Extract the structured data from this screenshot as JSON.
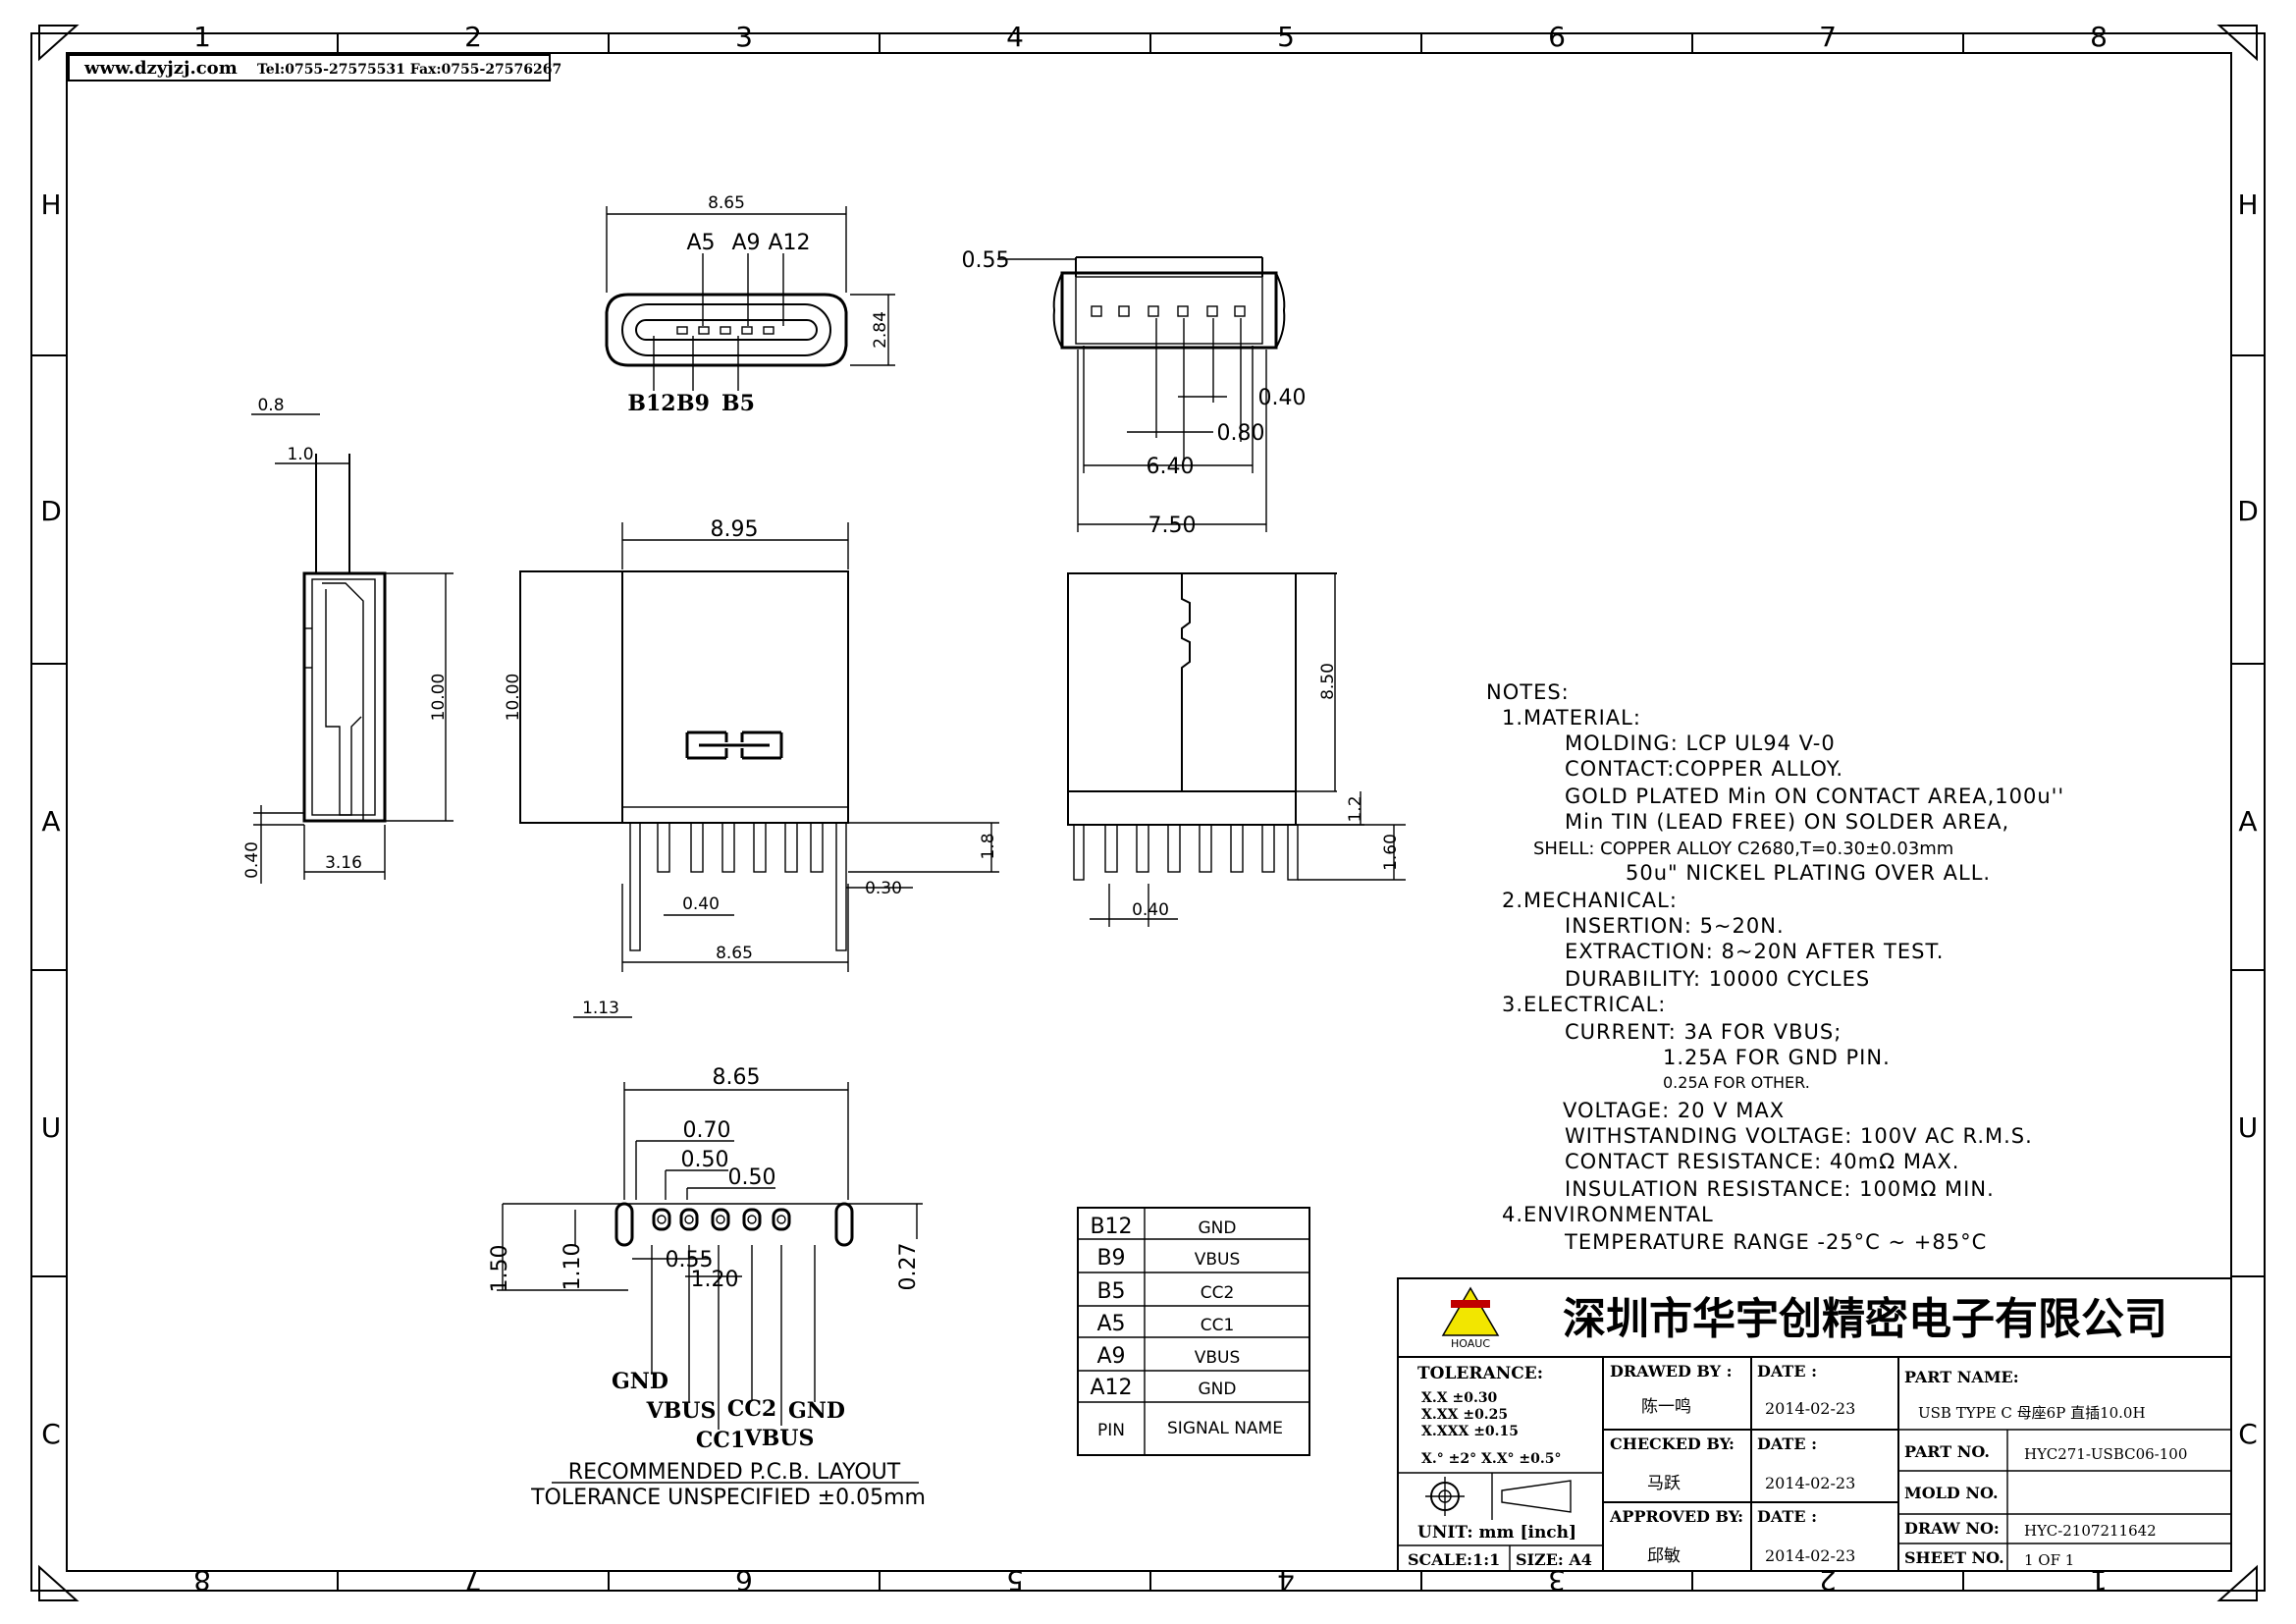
{
  "header": {
    "site": "www.dzyjzj.com",
    "contact": "Tel:0755-27575531  Fax:0755-27576267"
  },
  "border": {
    "cols_top": [
      "1",
      "2",
      "3",
      "4",
      "5",
      "6",
      "7",
      "8"
    ],
    "cols_bottom": [
      "8",
      "7",
      "6",
      "5",
      "4",
      "3",
      "2",
      "1"
    ],
    "rows_left": [
      "H",
      "D",
      "A",
      "U",
      "C"
    ],
    "rows_right": [
      "H",
      "D",
      "A",
      "U",
      "C"
    ]
  },
  "front_view": {
    "width": "8.65",
    "height": "2.84",
    "pins_top": [
      "A5",
      "A9",
      "A12"
    ],
    "pins_bottom": [
      "B12",
      "B9",
      "B5"
    ]
  },
  "top_view": {
    "dims": [
      "0.55",
      "0.40",
      "0.80",
      "6.40",
      "7.50"
    ]
  },
  "side_view": {
    "dims": [
      "0.8",
      "1.0",
      "10.00",
      "0.40",
      "3.16"
    ]
  },
  "main_view": {
    "dims": [
      "8.95",
      "10.00",
      "1.8",
      "0.40",
      "0.30",
      "8.65",
      "1.13"
    ]
  },
  "rear_view": {
    "dims": [
      "8.50",
      "1.2",
      "1.60",
      "0.40"
    ]
  },
  "pcb_layout": {
    "dims": [
      "8.65",
      "0.70",
      "0.50",
      "0.50",
      "1.50",
      "1.10",
      "0.55",
      "1.20",
      "0.27"
    ],
    "signals": [
      "GND",
      "VBUS",
      "CC1",
      "CC2",
      "VBUS",
      "GND"
    ],
    "caption_1": "RECOMMENDED   P.C.B.  LAYOUT",
    "caption_2": "TOLERANCE  UNSPECIFIED  ±0.05mm"
  },
  "pin_table": {
    "rows": [
      {
        "pin": "B12",
        "signal": "GND"
      },
      {
        "pin": "B9",
        "signal": "VBUS"
      },
      {
        "pin": "B5",
        "signal": "CC2"
      },
      {
        "pin": "A5",
        "signal": "CC1"
      },
      {
        "pin": "A9",
        "signal": "VBUS"
      },
      {
        "pin": "A12",
        "signal": "GND"
      }
    ],
    "header_pin": "PIN",
    "header_signal": "SIGNAL  NAME"
  },
  "notes": {
    "lines": [
      "NOTES:",
      "1.MATERIAL:",
      "MOLDING: LCP UL94 V-0",
      "CONTACT:COPPER ALLOY.",
      "GOLD PLATED Min ON CONTACT AREA,100u''",
      "Min TIN (LEAD FREE) ON SOLDER AREA,",
      "SHELL: COPPER ALLOY C2680,T=0.30±0.03mm",
      "50u\" NICKEL PLATING OVER ALL.",
      "2.MECHANICAL:",
      "INSERTION: 5~20N.",
      "EXTRACTION: 8~20N AFTER TEST.",
      "DURABILITY: 10000 CYCLES",
      "3.ELECTRICAL:",
      "CURRENT: 3A FOR VBUS;",
      "1.25A FOR GND PIN.",
      "0.25A FOR OTHER.",
      "VOLTAGE: 20 V MAX",
      "WITHSTANDING VOLTAGE: 100V AC R.M.S.",
      "CONTACT RESISTANCE: 40mΩ MAX.",
      "INSULATION RESISTANCE: 100MΩ MIN.",
      "4.ENVIRONMENTAL",
      "TEMPERATURE RANGE  -25°C  ~  +85°C"
    ]
  },
  "title_block": {
    "company": "深圳市华宇创精密电子有限公司",
    "logo_text": "HOAUC",
    "tolerance_label": "TOLERANCE:",
    "tol_1": "X.X      ±0.30",
    "tol_2": "X.XX    ±0.25",
    "tol_3": "X.XXX  ±0.15",
    "tol_angle": "X.° ±2°     X.X° ±0.5°",
    "unit": "UNIT:  mm  [inch]",
    "scale": "SCALE:1:1",
    "size": "SIZE: A4",
    "drawn_by_label": "DRAWED BY :",
    "drawn_by": "陈一鸣",
    "checked_by_label": "CHECKED BY:",
    "checked_by": "马跃",
    "approved_by_label": "APPROVED BY:",
    "approved_by": "邱敏",
    "date_label": "DATE :",
    "date_1": "2014-02-23",
    "date_2": "2014-02-23",
    "date_3": "2014-02-23",
    "part_name_label": "PART NAME:",
    "part_name": "USB TYPE C 母座6P 直插10.0H",
    "part_no_label": "PART NO.",
    "part_no": "HYC271-USBC06-100",
    "mold_no_label": "MOLD NO.",
    "mold_no": "",
    "draw_no_label": "DRAW NO:",
    "draw_no": "HYC-2107211642",
    "sheet_no_label": "SHEET NO.",
    "sheet_no": "1 OF 1"
  }
}
